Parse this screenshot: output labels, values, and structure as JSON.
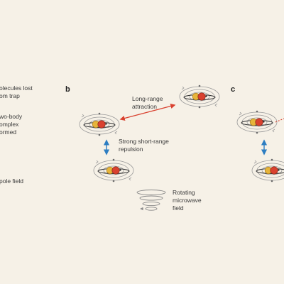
{
  "panels": {
    "left_labels": [
      "olecules lost",
      "om trap",
      "wo-body",
      "omplex",
      "ormed",
      "pole field"
    ],
    "b": {
      "letter": "b",
      "attraction_label": [
        "Long-range",
        "attraction"
      ],
      "repulsion_label": [
        "Strong short-range",
        "repulsion"
      ],
      "field_label": [
        "Rotating",
        "microwave",
        "field"
      ]
    },
    "c": {
      "letter": "c"
    }
  },
  "colors": {
    "background": "#f6f1e7",
    "attraction_arrow": "#d9412f",
    "repulsion_arrow": "#2d7ec2",
    "atom_yellow": "#e6b43a",
    "atom_red": "#d9412f",
    "field_lines": "#8a8a8a"
  }
}
